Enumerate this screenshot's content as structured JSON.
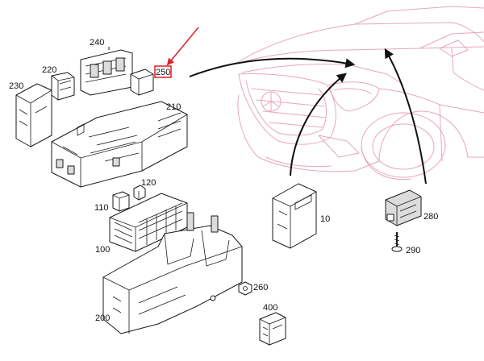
{
  "labels": {
    "l240": "240",
    "l220": "220",
    "l230": "230",
    "l250": "250",
    "l210": "210",
    "l120": "120",
    "l110": "110",
    "l100": "100",
    "l10": "10",
    "l280": "280",
    "l290": "290",
    "l260": "260",
    "l400": "400",
    "l200": "200"
  },
  "highlight": {
    "part": "250",
    "color": "#e01f26"
  },
  "colors": {
    "car_outline": "#e6a8b8",
    "line": "#1a1a1a"
  }
}
